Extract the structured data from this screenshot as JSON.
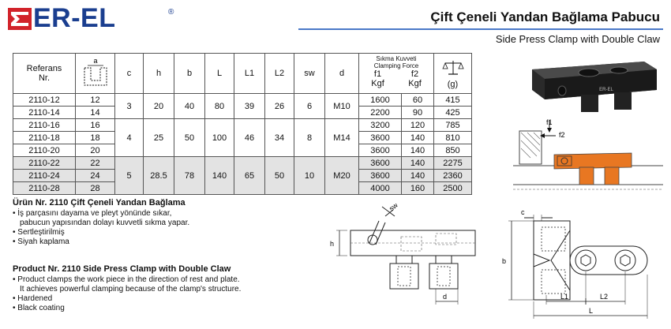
{
  "brand": {
    "name": "ER-EL",
    "registered": "®"
  },
  "title_tr": "Çift Çeneli Yandan Bağlama Pabucu",
  "title_en": "Side Press Clamp with Double Claw",
  "table": {
    "headers": {
      "ref_line1": "Referans",
      "ref_line2": "Nr.",
      "a": "a",
      "c": "c",
      "h": "h",
      "b": "b",
      "L": "L",
      "L1": "L1",
      "L2": "L2",
      "sw": "sw",
      "d": "d",
      "force_tr": "Sıkma Kuvveti",
      "force_en": "Clamping Force",
      "f1": "f1",
      "f2": "f2",
      "kgf1": "Kgf",
      "kgf2": "Kgf",
      "g": "(g)"
    },
    "rows": [
      {
        "ref": "2110-12",
        "a": "12",
        "f1": "1600",
        "f2": "60",
        "g": "415"
      },
      {
        "ref": "2110-14",
        "a": "14",
        "f1": "2200",
        "f2": "90",
        "g": "425"
      },
      {
        "ref": "2110-16",
        "a": "16",
        "f1": "3200",
        "f2": "120",
        "g": "785"
      },
      {
        "ref": "2110-18",
        "a": "18",
        "f1": "3600",
        "f2": "140",
        "g": "810"
      },
      {
        "ref": "2110-20",
        "a": "20",
        "f1": "3600",
        "f2": "140",
        "g": "850"
      },
      {
        "ref": "2110-22",
        "a": "22",
        "f1": "3600",
        "f2": "140",
        "g": "2275"
      },
      {
        "ref": "2110-24",
        "a": "24",
        "f1": "3600",
        "f2": "140",
        "g": "2360"
      },
      {
        "ref": "2110-28",
        "a": "28",
        "f1": "4000",
        "f2": "160",
        "g": "2500"
      }
    ],
    "groups": [
      {
        "c": "3",
        "h": "20",
        "b": "40",
        "L": "80",
        "L1": "39",
        "L2": "26",
        "sw": "6",
        "d": "M10"
      },
      {
        "c": "4",
        "h": "25",
        "b": "50",
        "L": "100",
        "L1": "46",
        "L2": "34",
        "sw": "8",
        "d": "M14"
      },
      {
        "c": "5",
        "h": "28.5",
        "b": "78",
        "L": "140",
        "L1": "65",
        "L2": "50",
        "sw": "10",
        "d": "M20"
      }
    ]
  },
  "desc_tr": {
    "heading": "Ürün Nr. 2110 Çift Çeneli Yandan Bağlama",
    "bullets": [
      "İş parçasını dayama ve pleyt yönünde sıkar,",
      "pabucun yapısından dolayı kuvvetli sıkma yapar.",
      "Sertleştirilmiş",
      "Siyah kaplama"
    ]
  },
  "desc_en": {
    "heading": "Product Nr. 2110 Side Press Clamp with Double Claw",
    "bullets": [
      "Product clamps the work piece in the direction of rest and plate.",
      "It achieves powerful clamping because of the clamp's structure.",
      "Hardened",
      "Black coating"
    ]
  },
  "diagram_labels": {
    "f1": "f1",
    "f2": "f2",
    "sw": "sw",
    "h": "h",
    "d": "d",
    "c": "c",
    "b": "b",
    "L1": "L1",
    "L2": "L2",
    "L": "L"
  },
  "colors": {
    "brand_blue": "#1a3e8f",
    "logo_red": "#d2232a",
    "accent_orange": "#e87722",
    "rule_blue": "#4a78c8"
  }
}
